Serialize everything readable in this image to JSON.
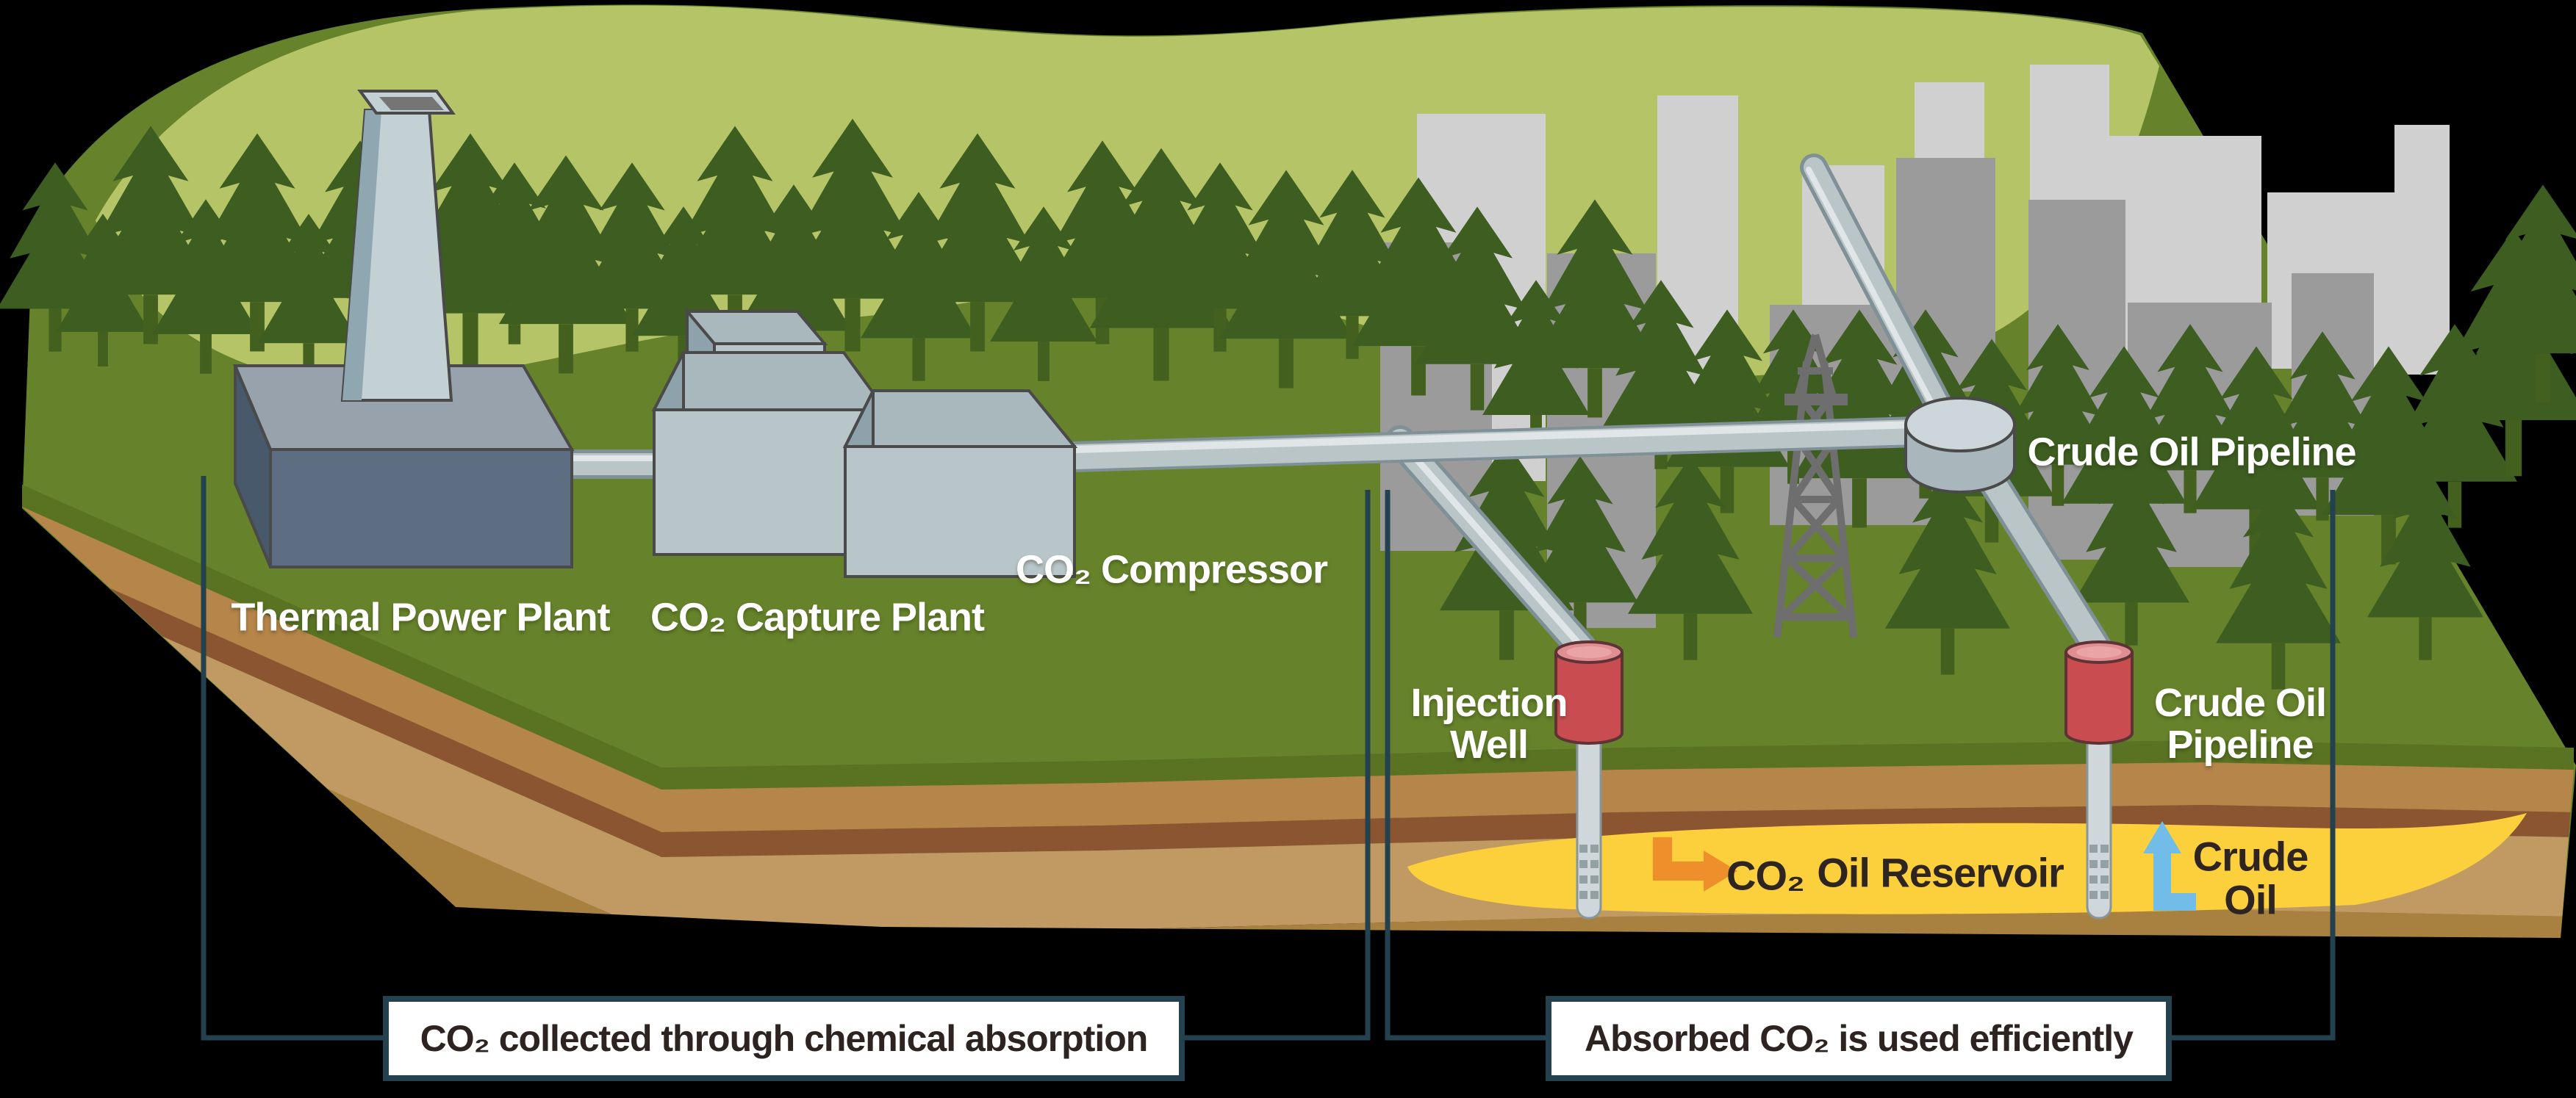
{
  "surface": {
    "thermal_power_plant": "Thermal Power Plant",
    "co2_capture_plant": "CO₂ Capture Plant",
    "co2_compressor": "CO₂ Compressor",
    "injection_well": "Injection\nWell",
    "crude_oil_pipeline": "Crude Oil Pipeline",
    "crude_oil_pipeline_wellhead": "Crude Oil\nPipeline"
  },
  "underground": {
    "co2": "CO₂",
    "oil_reservoir": "Oil Reservoir",
    "crude_oil": "Crude\nOil"
  },
  "callouts": {
    "left": "CO₂ collected through chemical absorption",
    "right": "Absorbed CO₂ is used efficiently"
  },
  "icons": {
    "co2_injection_arrow": "orange elbow arrow pointing right into reservoir",
    "crude_oil_extraction_arrow": "blue elbow arrow pointing up out of reservoir"
  },
  "palette": {
    "background": "#000000",
    "grass_green": "#66832b",
    "grass_edge_green": "#597323",
    "hill_light_green": "#b6c468",
    "tree_green": "#3d5d21",
    "soil_light_brown": "#b5854a",
    "soil_dark_brown": "#8a5530",
    "soil_tan": "#c09a62",
    "soil_bottom_brown": "#a8803f",
    "reservoir_yellow": "#fcd03c",
    "wellhead_red": "#c94d50",
    "pipe_gray": "#bac5c8",
    "bracket_teal": "#23414e",
    "arrow_orange": "#ef8f2c",
    "arrow_blue": "#72bde8",
    "city_light_gray": "#d0d0d0",
    "city_mid_gray": "#9b9b9b"
  }
}
